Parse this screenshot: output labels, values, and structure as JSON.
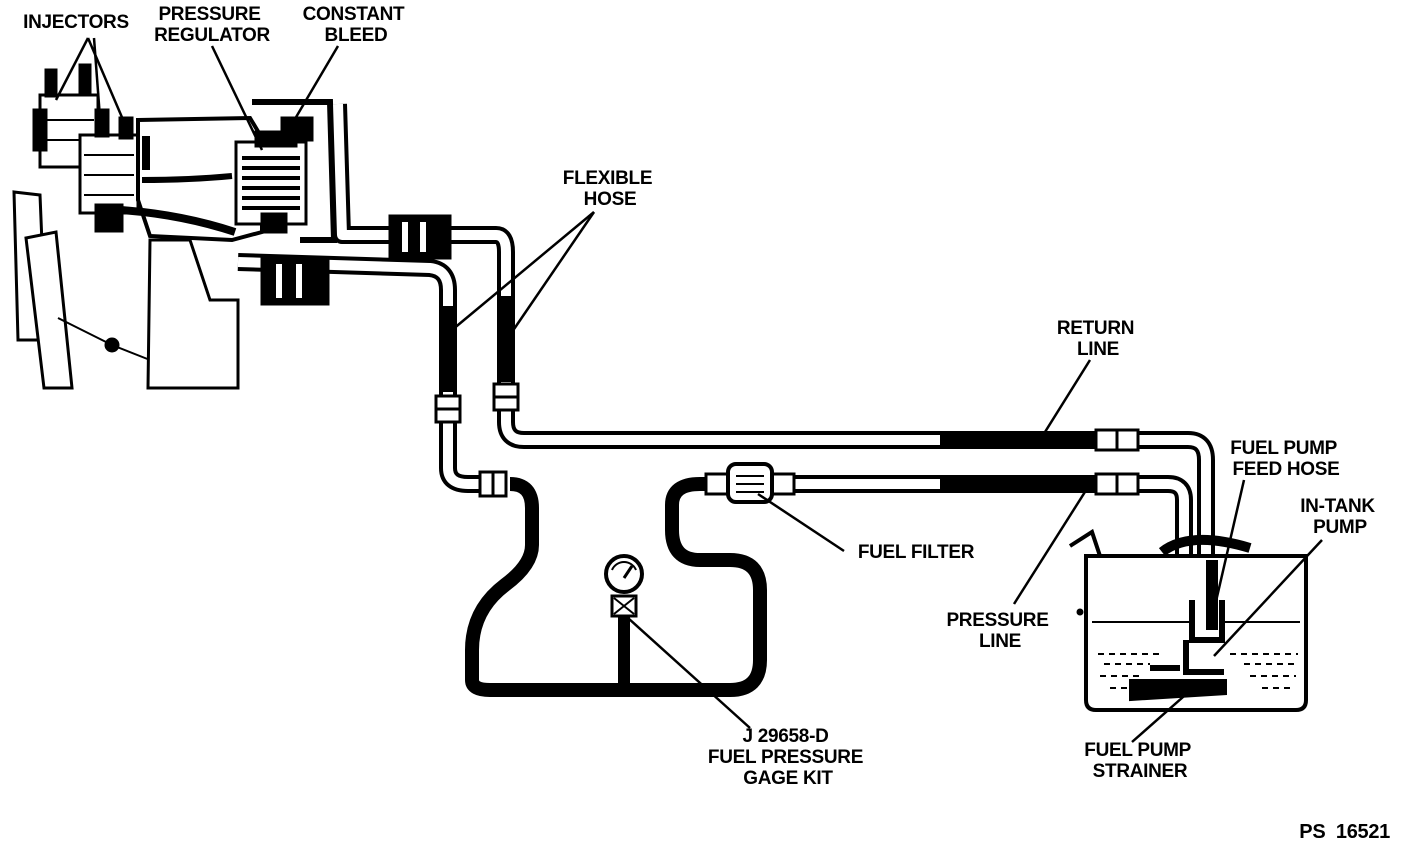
{
  "labels": {
    "injectors": "INJECTORS",
    "pressure_regulator": [
      "PRESSURE",
      "REGULATOR"
    ],
    "constant_bleed": [
      "CONSTANT",
      "BLEED"
    ],
    "flexible_hose": [
      "FLEXIBLE",
      "HOSE"
    ],
    "return_line": [
      "RETURN",
      "LINE"
    ],
    "fuel_pump_feed_hose": [
      "FUEL PUMP",
      "FEED HOSE"
    ],
    "in_tank_pump": [
      "IN-TANK",
      "PUMP"
    ],
    "fuel_filter": "FUEL FILTER",
    "pressure_line": [
      "PRESSURE",
      "LINE"
    ],
    "fuel_pump_strainer": [
      "FUEL PUMP",
      "STRAINER"
    ],
    "gage_kit": [
      "J 29658-D",
      "FUEL PRESSURE",
      "GAGE KIT"
    ]
  },
  "figure_ref": "PS  16521",
  "colors": {
    "ink": "#000000",
    "paper": "#ffffff"
  }
}
